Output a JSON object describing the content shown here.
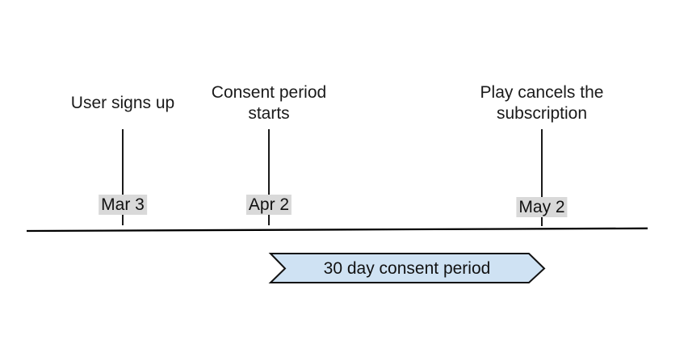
{
  "diagram": {
    "type": "timeline",
    "background": "#ffffff",
    "colors": {
      "axis_line": "#000000",
      "tick_line": "#000000",
      "date_chip_bg": "#d9d9d9",
      "banner_fill": "#cfe2f3",
      "banner_border": "#121212",
      "text": "#1a1a1a"
    },
    "events": [
      {
        "label": "User signs up",
        "date": "Mar 3"
      },
      {
        "label": "Consent period starts",
        "date": "Apr 2"
      },
      {
        "label": "Play cancels the subscription",
        "date": "May 2"
      }
    ],
    "banner": {
      "label": "30 day consent period"
    }
  }
}
